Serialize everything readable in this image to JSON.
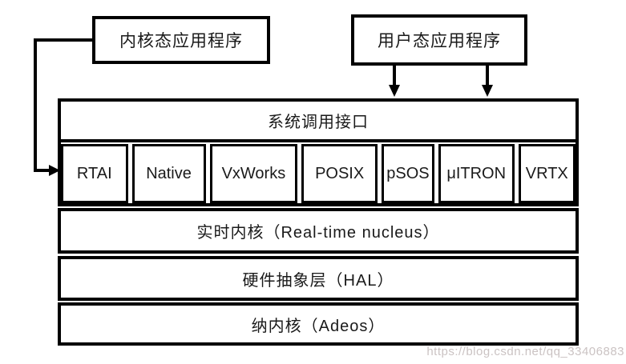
{
  "diagram": {
    "kernel_app_box": {
      "label": "内核态应用程序"
    },
    "user_app_box": {
      "label": "用户态应用程序"
    },
    "system_call_row": {
      "label": "系统调用接口"
    },
    "api_boxes": [
      "RTAI",
      "Native",
      "VxWorks",
      "POSIX",
      "pSOS",
      "μITRON",
      "VRTX"
    ],
    "realtime_row": {
      "label": "实时内核（Real-time nucleus）"
    },
    "hal_row": {
      "label": "硬件抽象层（HAL）"
    },
    "nano_row": {
      "label": "纳内核（Adeos）"
    }
  },
  "watermark": {
    "text": "https://blog.csdn.net/qq_33406883",
    "color": "#cbc3c3"
  },
  "colors": {
    "line": "#000000",
    "background": "#ffffff"
  }
}
